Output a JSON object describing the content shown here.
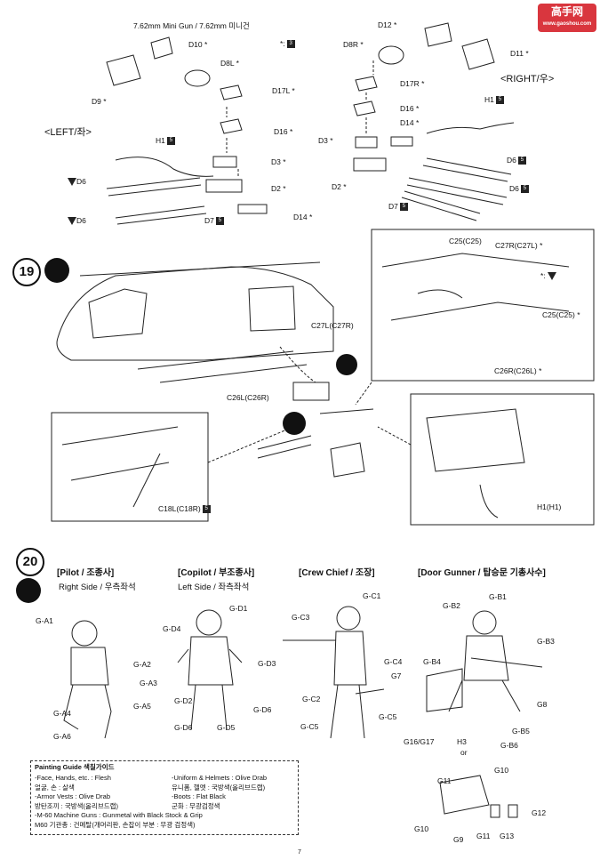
{
  "header": {
    "minigun_title": "7.62mm Mini Gun / 7.62mm 미니건",
    "star_note": "*:",
    "left_side": "<LEFT/좌>",
    "right_side": "<RIGHT/우>"
  },
  "watermark": {
    "text": "高手网",
    "sub": "www.gaoshou.com"
  },
  "step19": {
    "number": "19"
  },
  "step20": {
    "number": "20",
    "pilot": {
      "title": "[Pilot / 조종사]",
      "side": "Right Side / 우측좌석"
    },
    "copilot": {
      "title": "[Copilot / 부조종사]",
      "side": "Left Side / 좌측좌석"
    },
    "crew_chief": {
      "title": "[Crew Chief / 조장]"
    },
    "door_gunner": {
      "title": "[Door Gunner / 탑승문 기총사수]"
    }
  },
  "left_parts": {
    "d10": "D10 *",
    "d9": "D9 *",
    "d8l": "D8L *",
    "d17l": "D17L *",
    "d16": "D16 *",
    "d3": "D3 *",
    "d2": "D2 *",
    "d14": "D14 *",
    "d7": "D7",
    "d6a": "D6",
    "d6b": "D6",
    "h1": "H1"
  },
  "right_parts": {
    "d12": "D12 *",
    "d11": "D11 *",
    "d8r": "D8R *",
    "d17r": "D17R *",
    "h1": "H1",
    "d16": "D16 *",
    "d14": "D14 *",
    "d3": "D3 *",
    "d6a": "D6",
    "d6b": "D6",
    "d2": "D2 *",
    "d7": "D7"
  },
  "step19_parts": {
    "c27l": "C27L(C27R)",
    "c26l": "C26L(C26R)",
    "c25a": "C25(C25)",
    "c27r": "C27R(C27L) *",
    "star": "*:",
    "c25b": "C25(C25) *",
    "c26r": "C26R(C26L) *",
    "c18l": "C18L(C18R)",
    "h1": "H1(H1)"
  },
  "figure_parts": {
    "ga1": "G-A1",
    "ga2": "G-A2",
    "ga3": "G-A3",
    "ga4": "G-A4",
    "ga5": "G-A5",
    "ga6": "G-A6",
    "gd1": "G-D1",
    "gd2": "G-D2",
    "gd3": "G-D3",
    "gd4": "G-D4",
    "gd5": "G-D5",
    "gd6": "G-D6",
    "gd6b": "G-D6",
    "gc1": "G-C1",
    "gc2": "G-C2",
    "gc3": "G-C3",
    "gc4": "G-C4",
    "gc5": "G-C5",
    "gc5b": "G-C5",
    "g7": "G7",
    "gb1": "G-B1",
    "gb2": "G-B2",
    "gb3": "G-B3",
    "gb4": "G-B4",
    "gb5": "G-B5",
    "gb6": "G-B6",
    "g8": "G8",
    "g1617": "G16/G17",
    "h3": "H3",
    "or": "or",
    "g10a": "G10",
    "g11a": "G11",
    "g10b": "G10",
    "g9": "G9",
    "g11b": "G11",
    "g13": "G13",
    "g12": "G12"
  },
  "painting_guide": {
    "title": "Painting Guide 색칠가이드",
    "l1": "-Face, Hands, etc. : Flesh",
    "l2": "얼굴, 손 : 살색",
    "l3": "-Armor Vests : Olive Drab",
    "l4": "방탄조끼 : 국방색(올리브드랩)",
    "l5": "-M-60 Machine Guns : Gunmetal with Black Stock & Grip",
    "l6": "M60 기관총 : 건메탈(개머리판, 손잡이 부분 : 무광 검정색)",
    "r1": "-Uniform & Helmets : Olive Drab",
    "r2": "유니폼, 헬멧 : 국방색(올리브드랩)",
    "r3": "-Boots : Flat Black",
    "r4": "군화 : 무광검정색"
  },
  "page_number": "7"
}
